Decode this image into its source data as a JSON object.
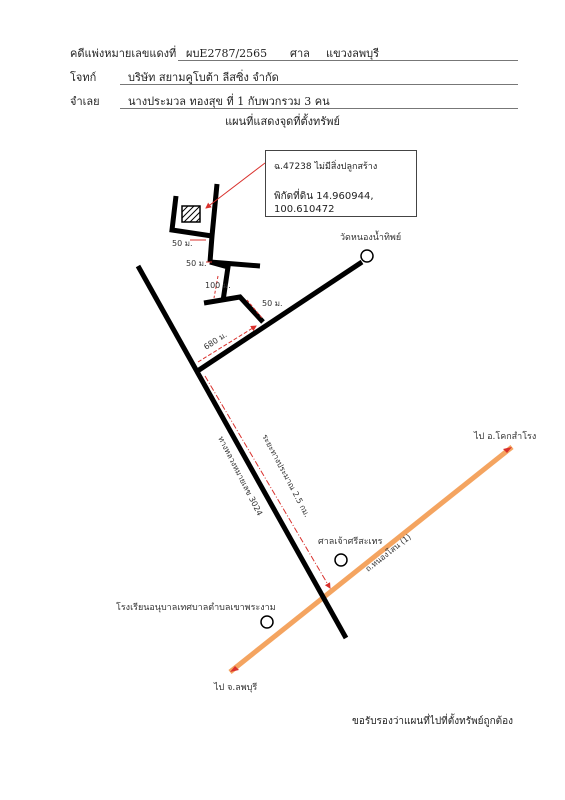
{
  "header": {
    "case_label": "คดีแพ่งหมายเลขแดงที่",
    "case_number": "ผบE2787/2565",
    "court_label": "ศาล",
    "court_name": "แขวงลพบุรี",
    "plaintiff_label": "โจทก์",
    "plaintiff_name": "บริษัท สยามคูโบต้า ลีสซิ่ง จำกัด",
    "defendant_label": "จำเลย",
    "defendant_name": "นางประมวล ทองสุข ที่ 1 กับพวกรวม 3 คน",
    "map_title": "แผนที่แสดงจุดที่ตั้งทรัพย์"
  },
  "callout": {
    "deed_text": "ฉ.47238 ไม่มีสิ่งปลูกสร้าง",
    "coord_label": "พิกัดที่ดิน",
    "coordinates": "14.960944, 100.610472"
  },
  "places": {
    "temple_nong_nam_thip": "วัดหนองน้ำทิพย์",
    "shrine": "ศาลเจ้าศรีสะเทร",
    "school": "โรงเรียนอนุบาลเทศบาลตำบลเขาพระงาม",
    "to_khok_samrong": "ไป อ.โคกสำโรง",
    "to_lopburi": "ไป จ.ลพบุรี"
  },
  "roads": {
    "highway_3024": "ทางหลวงหมายเลข 3024",
    "distance_main": "ระยะทางประมาณ 2.5 กม.",
    "khok_kathiam_road": "ถ.หนองโสน (1)"
  },
  "distances": {
    "d_680": "680 ม.",
    "d_50_a": "50 ม.",
    "d_50_b": "50 ม.",
    "d_100": "100 ม.",
    "d_50_c": "50 ม."
  },
  "footer": {
    "certify_text": "ขอรับรองว่าแผนที่ไปที่ตั้งทรัพย์ถูกต้อง"
  },
  "colors": {
    "road_black": "#000000",
    "highway_orange": "#f4a460",
    "marker_red": "#d9302c"
  }
}
